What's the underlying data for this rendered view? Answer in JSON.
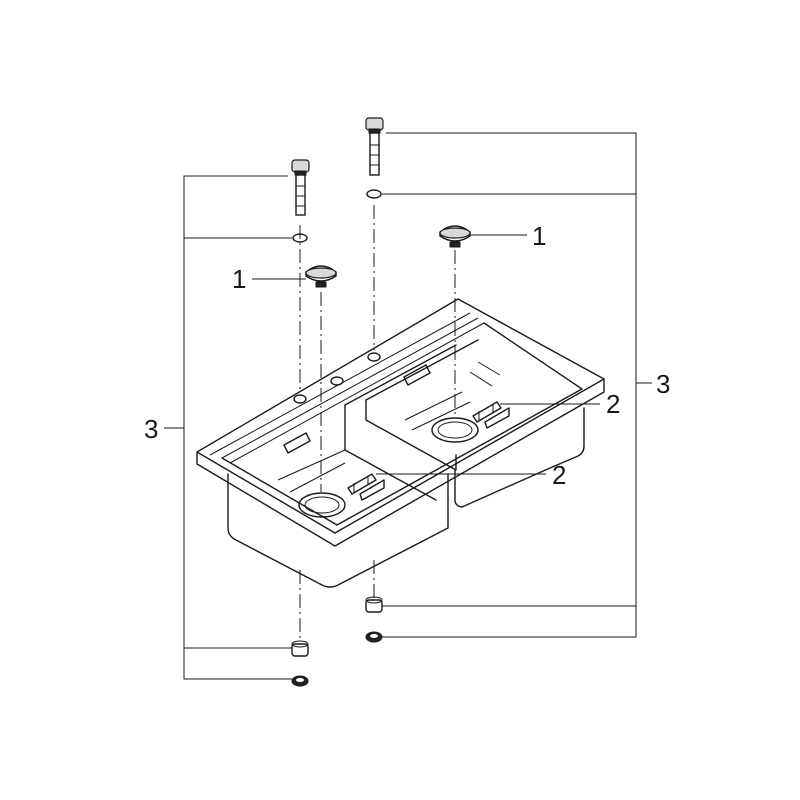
{
  "callouts": {
    "strainer_left": "1",
    "strainer_right": "1",
    "clip_right": "2",
    "clip_left": "2",
    "kit_left": "3",
    "kit_right": "3"
  }
}
